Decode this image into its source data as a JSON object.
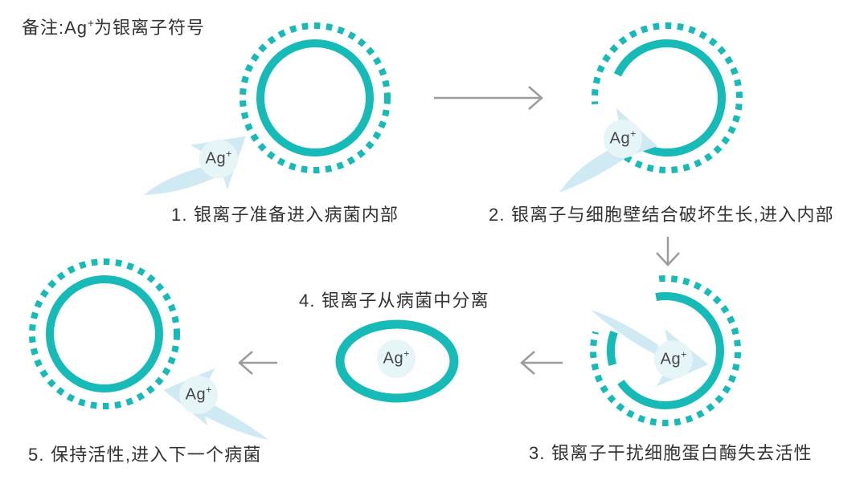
{
  "title_note": {
    "text_before": "备注:Ag",
    "sup": "+",
    "text_after": "为银离子符号"
  },
  "ion": {
    "base": "Ag",
    "sup": "+"
  },
  "steps": [
    {
      "caption": "1. 银离子准备进入病菌内部"
    },
    {
      "caption": "2. 银离子与细胞壁结合破坏生长,进入内部"
    },
    {
      "caption": "3. 银离子干扰细胞蛋白酶失去活性"
    },
    {
      "caption": "4. 银离子从病菌中分离"
    },
    {
      "caption": "5. 保持活性,进入下一个病菌"
    }
  ],
  "icons": {
    "bacterium": "dotted-and-solid-teal-ring",
    "silver_ion": "pale-blue-comet-with-arrowhead",
    "flow_arrow": "gray-open-chevron-arrow"
  },
  "colors": {
    "teal": "#16bab6",
    "ion_body": "#cfeaf3",
    "ion_bubble": "#e6f5f8",
    "arrow": "#9c9c9c",
    "text": "#333333"
  }
}
